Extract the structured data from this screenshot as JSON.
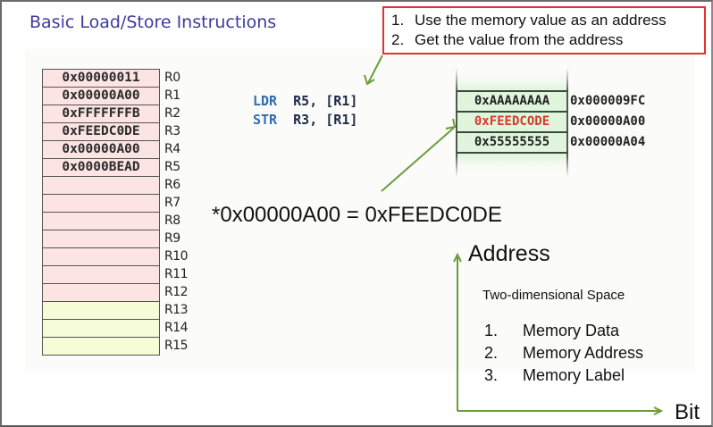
{
  "slide": {
    "title": "Basic Load/Store Instructions"
  },
  "registers": [
    {
      "name": "R0",
      "value": "0x00000011",
      "color": "#fbe4e2"
    },
    {
      "name": "R1",
      "value": "0x00000A00",
      "color": "#fbe4e2"
    },
    {
      "name": "R2",
      "value": "0xFFFFFFFB",
      "color": "#fbe4e2"
    },
    {
      "name": "R3",
      "value": "0xFEEDC0DE",
      "color": "#fbe4e2"
    },
    {
      "name": "R4",
      "value": "0x00000A00",
      "color": "#fbe4e2"
    },
    {
      "name": "R5",
      "value": "0x0000BEAD",
      "color": "#fbe4e2"
    },
    {
      "name": "R6",
      "value": "",
      "color": "#fbe4e2"
    },
    {
      "name": "R7",
      "value": "",
      "color": "#fbe4e2"
    },
    {
      "name": "R8",
      "value": "",
      "color": "#fbe4e2"
    },
    {
      "name": "R9",
      "value": "",
      "color": "#fbe4e2"
    },
    {
      "name": "R10",
      "value": "",
      "color": "#fbe4e2"
    },
    {
      "name": "R11",
      "value": "",
      "color": "#fbe4e2"
    },
    {
      "name": "R12",
      "value": "",
      "color": "#fbe4e2"
    },
    {
      "name": "R13",
      "value": "",
      "color": "#f6fcd8"
    },
    {
      "name": "R14",
      "value": "",
      "color": "#f6fcd8"
    },
    {
      "name": "R15",
      "value": "",
      "color": "#f6fcd8"
    }
  ],
  "code": [
    {
      "op": "LDR",
      "args": "R5, [R1]"
    },
    {
      "op": "STR",
      "args": "R3, [R1]"
    }
  ],
  "note_box": {
    "items": [
      {
        "num": "1.",
        "text": "Use the memory value as an address"
      },
      {
        "num": "2.",
        "text": "Get the value from the address"
      }
    ],
    "border_color": "#e23232"
  },
  "memory": [
    {
      "value": "0xAAAAAAAA",
      "address": "0x000009FC",
      "highlight": false
    },
    {
      "value": "0xFEEDCODE",
      "address": "0x00000A00",
      "highlight": true
    },
    {
      "value": "0x55555555",
      "address": "0x00000A04",
      "highlight": false
    }
  ],
  "formula": "*0x00000A00 = 0xFEEDC0DE",
  "axes": {
    "y_label": "Address",
    "x_label": "Bit",
    "color": "#6a9e3a"
  },
  "two_d_space": {
    "title": "Two-dimensional Space",
    "items": [
      {
        "num": "1.",
        "text": "Memory Data"
      },
      {
        "num": "2.",
        "text": "Memory Address"
      },
      {
        "num": "3.",
        "text": "Memory Label"
      }
    ]
  },
  "colors": {
    "title": "#3b3b9e",
    "opcode": "#2f6db0",
    "highlight_value": "#d63a2e",
    "memory_fill": "#dff5dc"
  }
}
